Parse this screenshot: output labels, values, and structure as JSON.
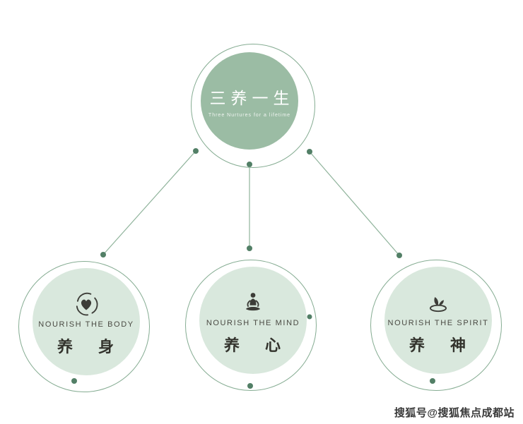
{
  "title": {
    "zh": "三养一生",
    "en": "Three Nurtures for a lifetime"
  },
  "nodes": [
    {
      "icon": "heart-hands-icon",
      "label_en": "NOURISH THE BODY",
      "label_zh": "养 身"
    },
    {
      "icon": "meditation-icon",
      "label_en": "NOURISH THE MIND",
      "label_zh": "养 心"
    },
    {
      "icon": "leaf-sprout-icon",
      "label_en": "NOURISH THE SPIRIT",
      "label_zh": "养 神"
    }
  ],
  "watermark": "搜狐号@搜狐焦点成都站",
  "colors": {
    "top_circle_fill": "#9bbca4",
    "node_circle_fill": "#d9e8dd",
    "ring_stroke": "#85ac92",
    "connector_line": "#8fb39b",
    "connector_dot": "#527f66",
    "text_dark": "#4a4a43",
    "text_zh": "#33332d",
    "title_text": "#ffffff"
  }
}
